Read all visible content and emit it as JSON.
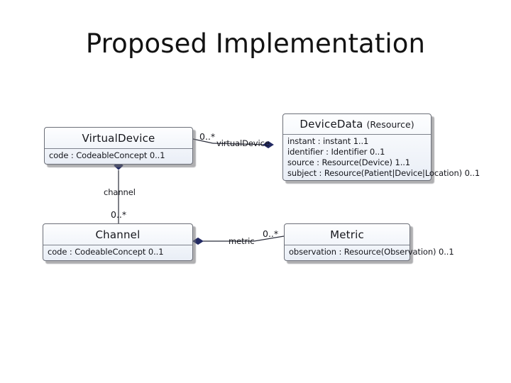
{
  "page": {
    "title": "Proposed Implementation",
    "background": "#ffffff"
  },
  "colors": {
    "diamond": "#232a63",
    "line": "#2a2d3a",
    "box_border": "#6c6f78",
    "box_fill": "#f3f6fb",
    "text": "#15161c",
    "shadow": "#6f6f73"
  },
  "diagram": {
    "type": "uml-class-diagram",
    "classes": [
      {
        "id": "virtual-device",
        "name": "VirtualDevice",
        "stereotype": "",
        "attributes": [
          "code : CodeableConcept 0..1"
        ]
      },
      {
        "id": "device-data",
        "name": "DeviceData",
        "stereotype": "(Resource)",
        "attributes": [
          "instant : instant 1..1",
          "identifier : Identifier 0..1",
          "source : Resource(Device) 1..1",
          "subject : Resource(Patient|Device|Location) 0..1"
        ]
      },
      {
        "id": "channel",
        "name": "Channel",
        "stereotype": "",
        "attributes": [
          "code : CodeableConcept 0..1"
        ]
      },
      {
        "id": "metric",
        "name": "Metric",
        "stereotype": "",
        "attributes": [
          "observation : Resource(Observation) 0..1"
        ]
      }
    ],
    "associations": [
      {
        "id": "virtualdevice-devicedata",
        "from": "virtual-device",
        "to": "device-data",
        "kind": "composition",
        "role": "virtualDevice",
        "multiplicity": "0..*"
      },
      {
        "id": "virtualdevice-channel",
        "from": "virtual-device",
        "to": "channel",
        "kind": "composition",
        "role": "channel",
        "multiplicity": "0..*"
      },
      {
        "id": "channel-metric",
        "from": "channel",
        "to": "metric",
        "kind": "composition",
        "role": "metric",
        "multiplicity": "0..*"
      }
    ]
  }
}
